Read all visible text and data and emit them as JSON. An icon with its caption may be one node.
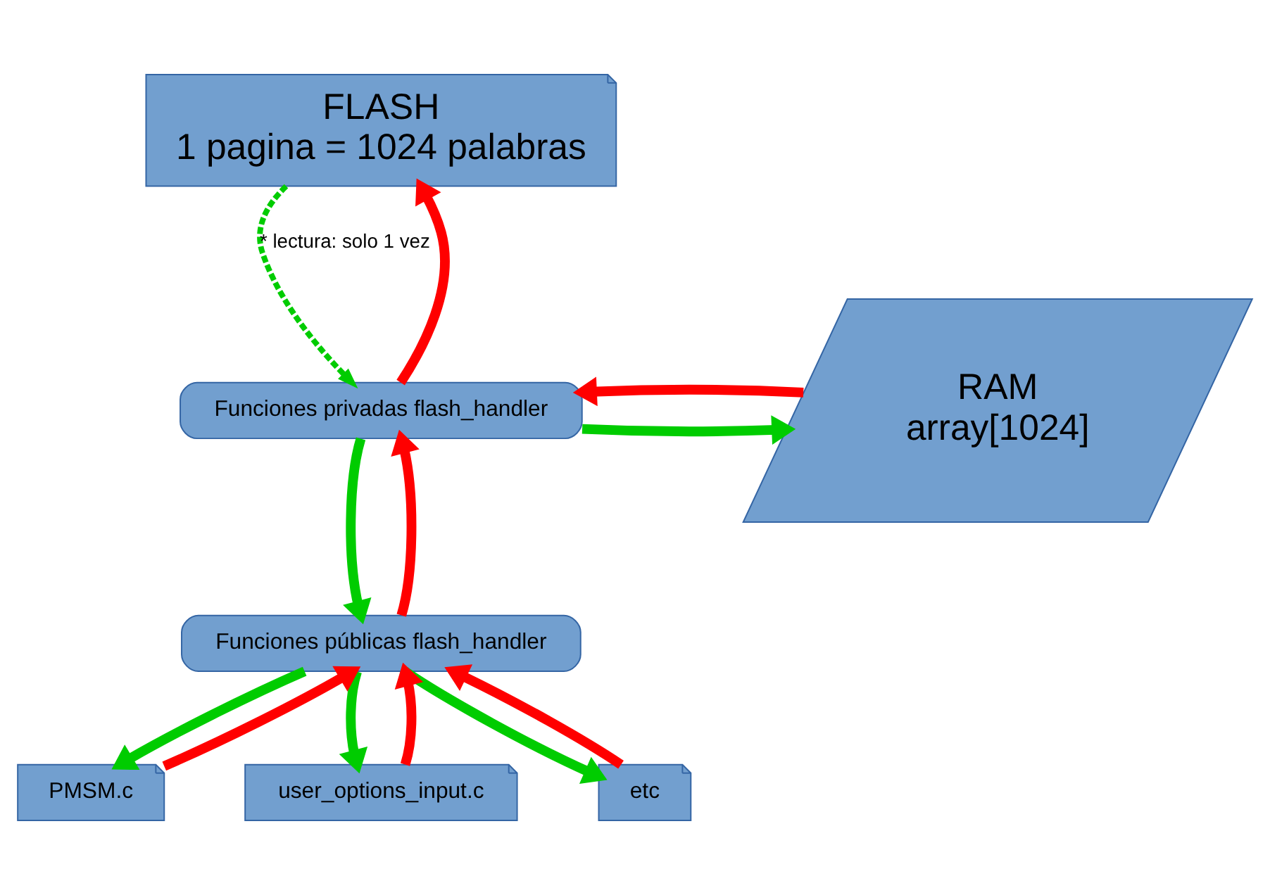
{
  "diagram": {
    "nodes": [
      {
        "text": [
          "FLASH",
          "1 pagina = 1024 palabras"
        ]
      },
      {
        "text": [
          "Funciones privadas flash_handler"
        ]
      },
      {
        "text": [
          "RAM",
          "array[1024]"
        ]
      },
      {
        "text": [
          "Funciones públicas flash_handler"
        ]
      },
      {
        "text": [
          "PMSM.c"
        ]
      },
      {
        "text": [
          "user_options_input.c"
        ]
      },
      {
        "text": [
          "etc"
        ]
      }
    ],
    "edges": [
      {
        "from": 0,
        "to": 1,
        "arrow": "to",
        "style": "dashed",
        "color": "#00cc00",
        "label": "* lectura: solo 1 vez"
      },
      {
        "from": 1,
        "to": 0,
        "arrow": "to",
        "color": "#ff0000"
      },
      {
        "from": 1,
        "to": 2,
        "arrow": "to",
        "color": "#00cc00"
      },
      {
        "from": 2,
        "to": 1,
        "arrow": "to",
        "color": "#ff0000"
      },
      {
        "from": 1,
        "to": 3,
        "arrow": "to",
        "color": "#00cc00"
      },
      {
        "from": 3,
        "to": 1,
        "arrow": "to",
        "color": "#ff0000"
      },
      {
        "from": 3,
        "to": 4,
        "arrow": "to",
        "color": "#00cc00"
      },
      {
        "from": 4,
        "to": 3,
        "arrow": "to",
        "color": "#ff0000"
      },
      {
        "from": 3,
        "to": 5,
        "arrow": "to",
        "color": "#00cc00"
      },
      {
        "from": 5,
        "to": 3,
        "arrow": "to",
        "color": "#ff0000"
      },
      {
        "from": 3,
        "to": 6,
        "arrow": "to",
        "color": "#00cc00"
      },
      {
        "from": 6,
        "to": 3,
        "arrow": "to",
        "color": "#ff0000"
      }
    ]
  }
}
